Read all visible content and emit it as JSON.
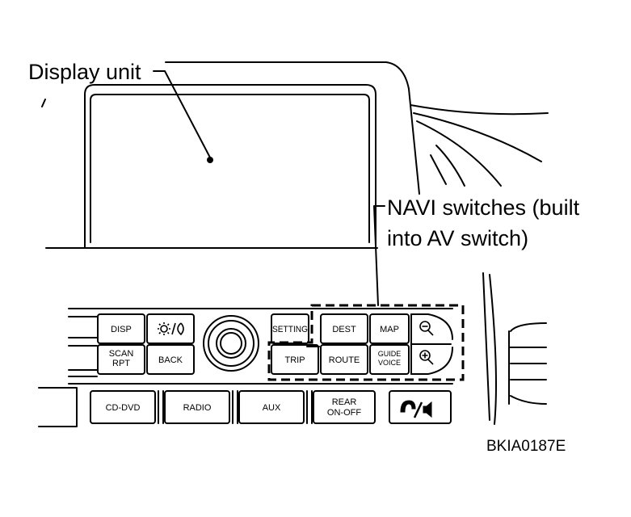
{
  "callouts": {
    "display_unit": "Display unit",
    "navi_switches_line1": "NAVI switches (built",
    "navi_switches_line2": "into AV switch)"
  },
  "figure_code": "BKIA0187E",
  "av_switch": {
    "row1": {
      "disp": "DISP",
      "day_night_icon": "sun-moon-icon",
      "setting": "SETTING",
      "dest": "DEST",
      "map": "MAP",
      "zoom_out_icon": "zoom-out-icon"
    },
    "row2": {
      "scan_rpt_line1": "SCAN",
      "scan_rpt_line2": "RPT",
      "back": "BACK",
      "trip": "TRIP",
      "route": "ROUTE",
      "guide_voice_line1": "GUIDE",
      "guide_voice_line2": "VOICE",
      "zoom_in_icon": "zoom-in-icon"
    },
    "row3": {
      "cd_dvd": "CD-DVD",
      "radio": "RADIO",
      "aux": "AUX",
      "rear_onoff_line1": "REAR",
      "rear_onoff_line2": "ON-OFF",
      "phone_icon": "phone-volume-icon"
    }
  }
}
